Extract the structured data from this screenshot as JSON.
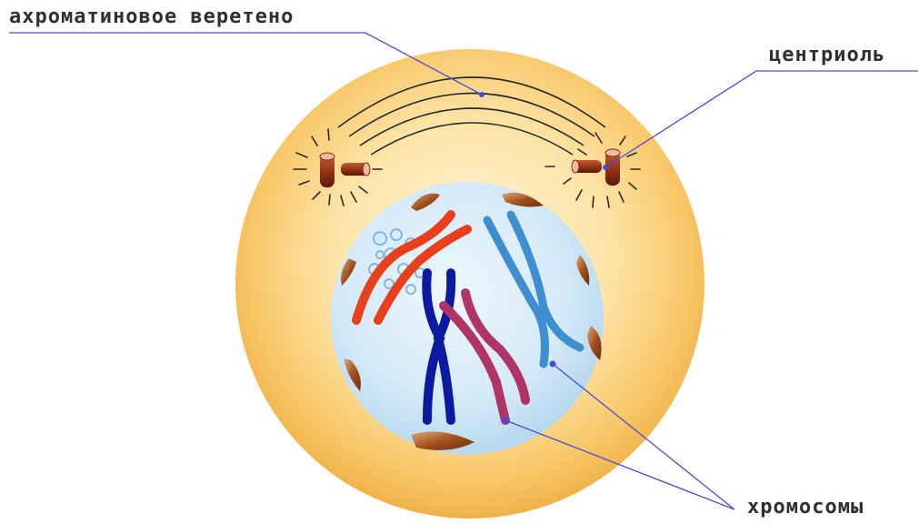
{
  "labels": {
    "spindle": "ахроматиновое веретено",
    "centriole": "центриоль",
    "chromosomes": "хромосомы"
  },
  "colors": {
    "cytoplasm": "#f5bf55",
    "nucleus": "#c9e2f4",
    "pointer": "#4a4ad8",
    "chromosome_red": "#e8401c",
    "chromosome_light_blue": "#3d8fcf",
    "chromosome_dark_blue": "#0b1aa0",
    "chromosome_magenta": "#b03566",
    "centriole": "#8b2e12",
    "envelope_fragment": "#9b4a1e"
  }
}
